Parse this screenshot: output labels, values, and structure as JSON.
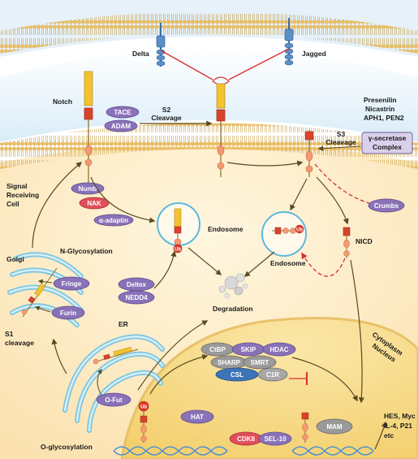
{
  "colors": {
    "membrane_head": "#f0c868",
    "membrane_tail": "#c9a24a",
    "sky": "#dfeef8",
    "cell": "#fdebc6",
    "nucleus": "#f7d98a",
    "protein_purple": "#8a72b8",
    "protein_red": "#e0505a",
    "protein_gray": "#8f8f8f",
    "protein_blue": "#3d74b8",
    "arrow": "#5a4a20",
    "red_link": "#d83030",
    "receptor_yellow": "#f2c230",
    "receptor_red": "#d8432a",
    "dna": "#4a8fd0",
    "organelle": "#7cc6e0"
  },
  "labels": {
    "delta": "Delta",
    "jagged": "Jagged",
    "notch": "Notch",
    "s2_cleavage_line1": "S2",
    "s2_cleavage_line2": "Cleavage",
    "s3_cleavage_line1": "S3",
    "s3_cleavage_line2": "Cleavage",
    "presenilin": "Presenilin",
    "nicastrin": "Nicastrin",
    "aph_pen": "APH1, PEN2",
    "gamma_secretase_line1": "γ-secretase",
    "gamma_secretase_line2": "Complex",
    "signal_receiving_line1": "Signal",
    "signal_receiving_line2": "Receiving",
    "signal_receiving_line3": "Cell",
    "endosome_1": "Endosome",
    "endosome_2": "Endosome",
    "nicd": "NICD",
    "golgi": "Golgi",
    "n_glycosylation": "N-Glycosylation",
    "s1_cleavage_line1": "S1",
    "s1_cleavage_line2": "cleavage",
    "degradation": "Degradation",
    "er": "ER",
    "cytoplasm": "Cytoplasm",
    "nucleus": "Nucleus",
    "o_glycosylation": "O-glycosylation",
    "targets_line1": "HES, Myc",
    "targets_line2": "IL-4, P21",
    "targets_line3": "etc",
    "ub": "Ub"
  },
  "proteins": {
    "tace": "TACE",
    "adam": "ADAM",
    "numb": "Numb",
    "nak": "NAK",
    "alpha_adaptin": "α-adaptin",
    "crumbs": "Crumbs",
    "deltex": "Deltex",
    "nedd4": "NEDD4",
    "fringe": "Fringe",
    "furin": "Furin",
    "ofut": "O-Fut",
    "ctbp": "CtBP",
    "skip": "SKIP",
    "hdac": "HDAC",
    "sharp": "SHARP",
    "smrt": "SMRT",
    "csl": "CSL",
    "c1r": "C1R",
    "hat": "HAT",
    "mam": "MAM",
    "cdk8": "CDK8",
    "sel10": "SEL-10"
  }
}
